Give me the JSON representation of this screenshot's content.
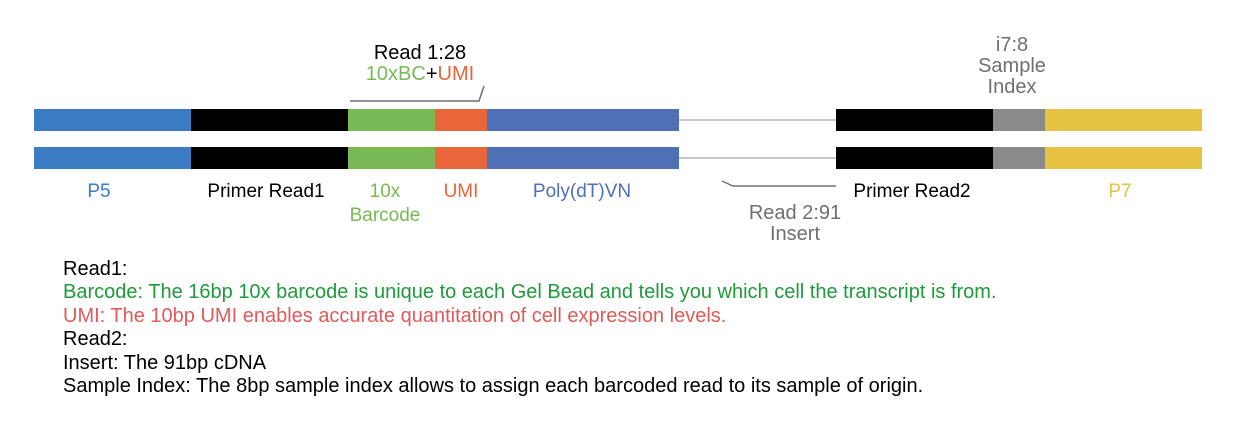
{
  "colors": {
    "p5": "#3b7cc4",
    "primer": "#000000",
    "barcode": "#79b955",
    "umi": "#e8663a",
    "polyT": "#4f6fb6",
    "link": "#c8c8c8",
    "index": "#8a8a8a",
    "p7": "#e5c242",
    "green_text": "#1f9a3c",
    "red_text": "#e05a5a",
    "gray_text": "#6f6f6f"
  },
  "segments": [
    {
      "key": "p5",
      "label": "P5"
    },
    {
      "key": "primer_read1",
      "label": "Primer Read1"
    },
    {
      "key": "barcode",
      "label": "10x",
      "label2": "Barcode"
    },
    {
      "key": "umi",
      "label": "UMI"
    },
    {
      "key": "polyt",
      "label": "Poly(dT)VN"
    },
    {
      "key": "primer_read2",
      "label": "Primer Read2"
    },
    {
      "key": "sample_index",
      "label": ""
    },
    {
      "key": "p7",
      "label": "P7"
    }
  ],
  "read1_annotation": {
    "title": "Read 1:28",
    "bc": "10xBC",
    "plus": "+",
    "umi": "UMI"
  },
  "i7_annotation": {
    "line1": "i7:8",
    "line2": "Sample",
    "line3": "Index"
  },
  "read2_annotation": {
    "line1": "Read 2:91",
    "line2": "Insert"
  },
  "legend": {
    "read1_header": "Read1:",
    "barcode_text": "Barcode: The 16bp 10x barcode is unique to each Gel Bead and tells you which cell the transcript is from.",
    "umi_text": "UMI: The 10bp UMI enables accurate quantitation of cell expression levels.",
    "read2_header": "Read2:",
    "insert_text": "Insert: The 91bp cDNA",
    "sample_index_text": "Sample Index: The 8bp sample index allows to assign each barcoded read to its sample of origin."
  }
}
